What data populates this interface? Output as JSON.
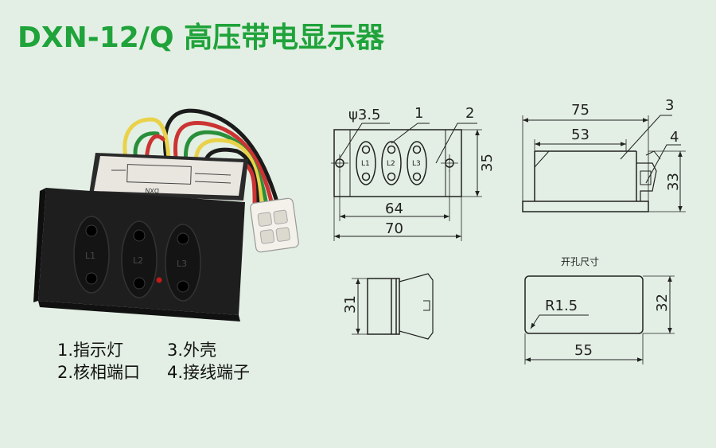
{
  "title": "DXN-12/Q 高压带电显示器",
  "legend": {
    "item1": "1.指示灯",
    "item2": "2.核相端口",
    "item3": "3.外壳",
    "item4": "4.接线端子"
  },
  "product_photo": {
    "label_text": "DXN",
    "port_labels": [
      "L1",
      "L2",
      "L3"
    ]
  },
  "front_view": {
    "hole_dim": "ψ3.5",
    "callout_1": "1",
    "callout_2": "2",
    "width_inner": "64",
    "width_outer": "70",
    "height": "35",
    "port_labels": [
      "L1",
      "L2",
      "L3"
    ]
  },
  "side_view": {
    "callout_3": "3",
    "callout_4": "4",
    "length_outer": "75",
    "length_inner": "53",
    "height": "33"
  },
  "end_view": {
    "height": "31"
  },
  "cutout": {
    "title": "开孔尺寸",
    "radius": "R1.5",
    "width": "55",
    "height": "32"
  },
  "colors": {
    "title": "#1fa33a",
    "background": "#e3efe4",
    "line": "#222222"
  }
}
